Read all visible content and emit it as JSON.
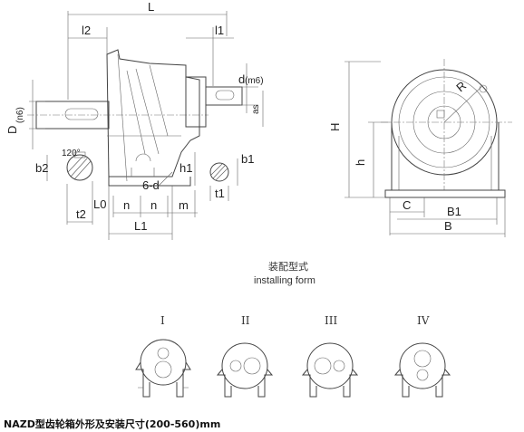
{
  "front_view": {
    "dims": {
      "L": "L",
      "l2": "l2",
      "l1": "l1",
      "d_m6": "d",
      "d_m6_sub": "(m6)",
      "as": "as",
      "D_n6": "D",
      "D_n6_sub": "(n6)",
      "angle": "120°",
      "b2": "b2",
      "t2": "t2",
      "h1": "h1",
      "six_d": "6-d",
      "L0": "L0",
      "n_a": "n",
      "n_b": "n",
      "m": "m",
      "L1": "L1",
      "b1": "b1",
      "t1": "t1"
    }
  },
  "side_view": {
    "dims": {
      "H": "H",
      "h": "h",
      "R": "R",
      "C": "C",
      "B1": "B1",
      "B": "B"
    }
  },
  "caption": {
    "cn": "装配型式",
    "en": "installing form"
  },
  "forms": [
    {
      "label": "I"
    },
    {
      "label": "II"
    },
    {
      "label": "III"
    },
    {
      "label": "IV"
    }
  ],
  "title": "NAZD型齿轮箱外形及安装尺寸(200-560)mm"
}
